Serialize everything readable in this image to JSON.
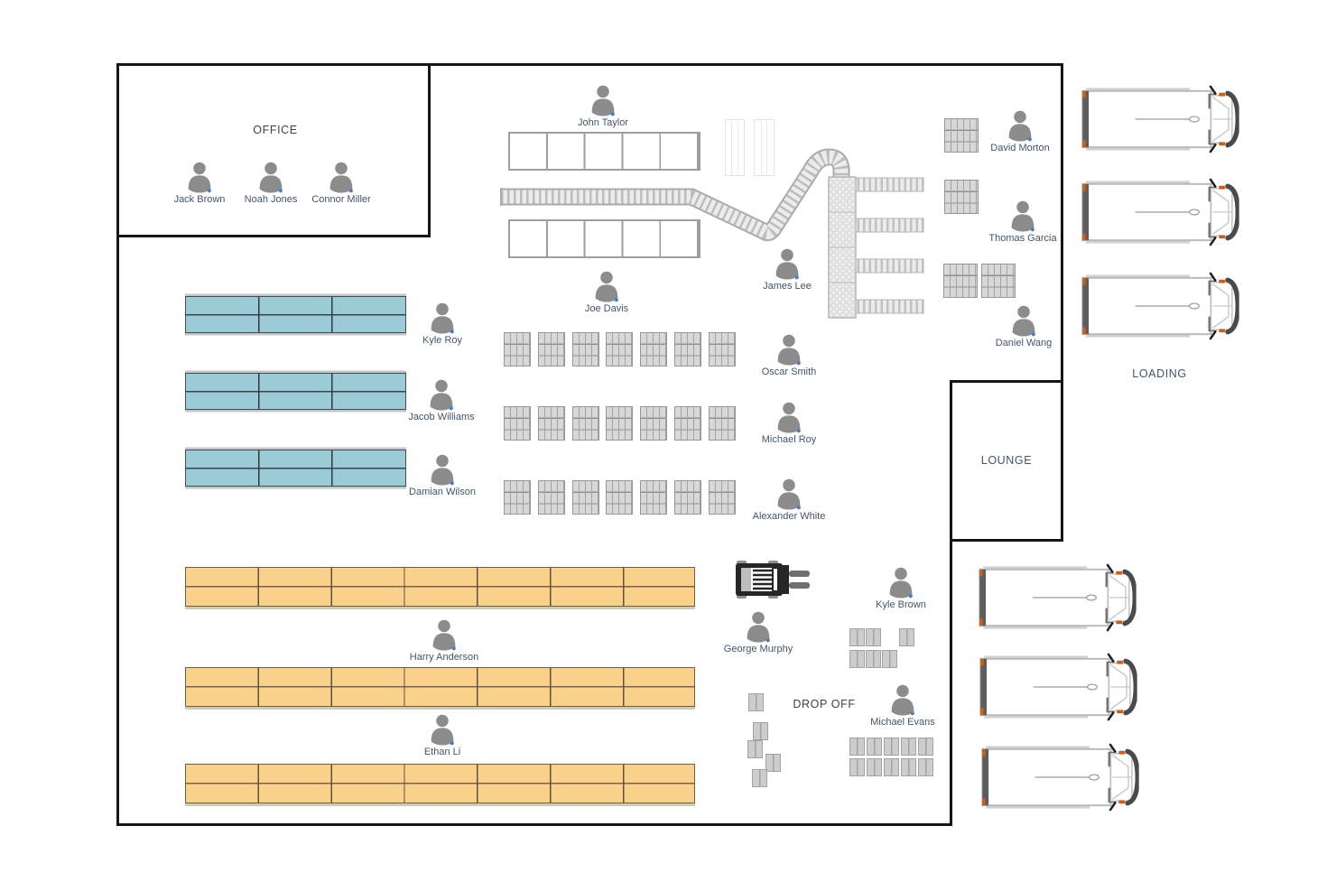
{
  "rooms": {
    "office": "OFFICE",
    "lounge": "LOUNGE",
    "loading": "LOADING",
    "drop_off": "DROP OFF"
  },
  "people": [
    {
      "name": "John Taylor"
    },
    {
      "name": "Jack Brown"
    },
    {
      "name": "Noah Jones"
    },
    {
      "name": "Connor Miller"
    },
    {
      "name": "David Morton"
    },
    {
      "name": "Thomas Garcia"
    },
    {
      "name": "James Lee"
    },
    {
      "name": "Joe Davis"
    },
    {
      "name": "Daniel Wang"
    },
    {
      "name": "Kyle Roy"
    },
    {
      "name": "Oscar Smith"
    },
    {
      "name": "Jacob Williams"
    },
    {
      "name": "Michael Roy"
    },
    {
      "name": "Damian Wilson"
    },
    {
      "name": "Alexander White"
    },
    {
      "name": "Kyle Brown"
    },
    {
      "name": "Harry Anderson"
    },
    {
      "name": "George Murphy"
    },
    {
      "name": "Michael Evans"
    },
    {
      "name": "Ethan Li"
    }
  ],
  "counts": {
    "loading_trucks": 3,
    "lower_trucks": 3,
    "blue_racks": 3,
    "orange_racks": 3,
    "white_shelf_rows": 2,
    "floor_crates": 21,
    "side_pallets": 4
  },
  "colors": {
    "wall": "#161616",
    "rack_blue": "#9ccbd8",
    "rack_orange": "#f9d18a",
    "person_icon": "#8c8c8c",
    "presence_dot": "#4a7ebb",
    "name_text": "#44546a",
    "crate_gray": "#d8d8d8",
    "truck_marker_orange": "#c9601e"
  }
}
